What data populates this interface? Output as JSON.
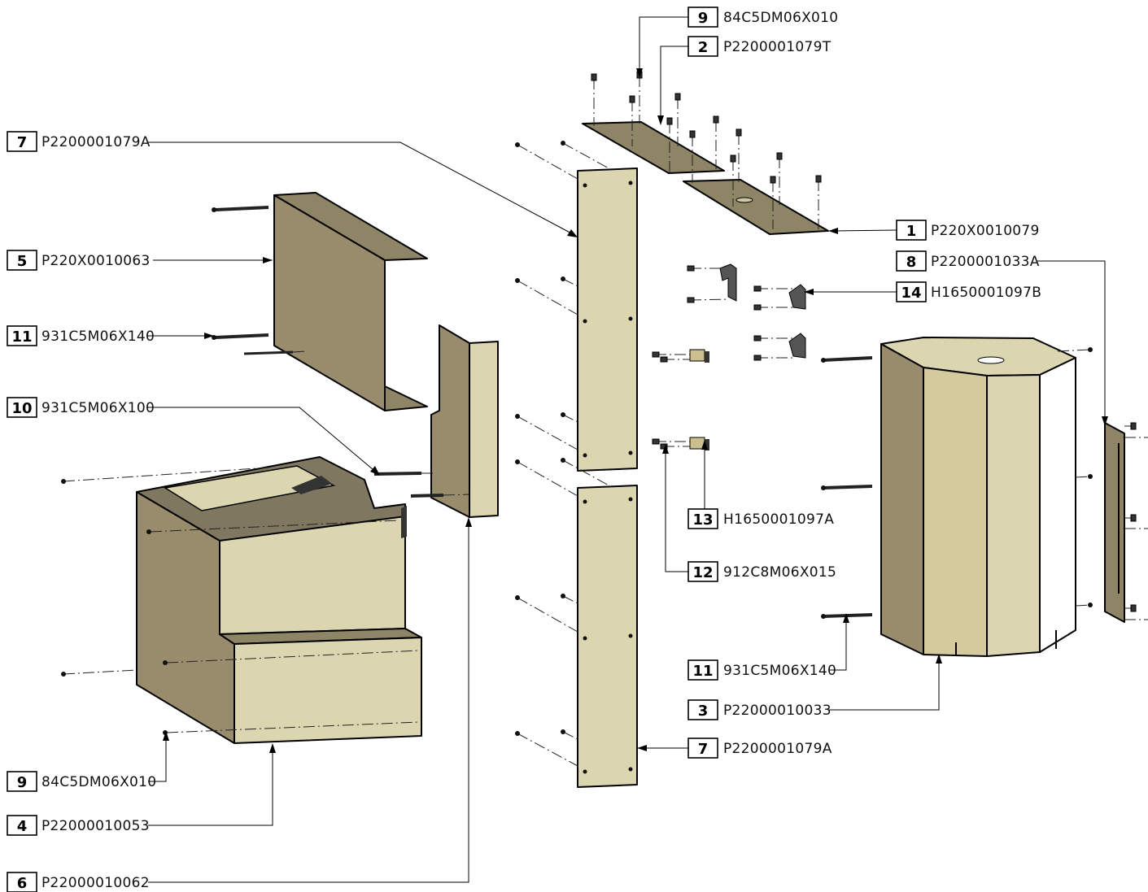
{
  "colors": {
    "light_panel": "#dcd6b0",
    "mid_panel": "#d5c99e",
    "dark_panel": "#998c6d",
    "darker_panel": "#7f7760",
    "top_plate": "#8d8566",
    "outline": "#000000"
  },
  "callouts": [
    {
      "id": "c-9-top",
      "num": "9",
      "part": "84C5DM06X010"
    },
    {
      "id": "c-2",
      "num": "2",
      "part": "P2200001079T"
    },
    {
      "id": "c-7-top",
      "num": "7",
      "part": "P2200001079A"
    },
    {
      "id": "c-1",
      "num": "1",
      "part": "P220X0010079"
    },
    {
      "id": "c-8",
      "num": "8",
      "part": "P2200001033A"
    },
    {
      "id": "c-5",
      "num": "5",
      "part": "P220X0010063"
    },
    {
      "id": "c-14",
      "num": "14",
      "part": "H1650001097B"
    },
    {
      "id": "c-11-left",
      "num": "11",
      "part": "931C5M06X140"
    },
    {
      "id": "c-10",
      "num": "10",
      "part": "931C5M06X100"
    },
    {
      "id": "c-13",
      "num": "13",
      "part": "H1650001097A"
    },
    {
      "id": "c-12",
      "num": "12",
      "part": "912C8M06X015"
    },
    {
      "id": "c-11-right",
      "num": "11",
      "part": "931C5M06X140"
    },
    {
      "id": "c-3",
      "num": "3",
      "part": "P22000010033"
    },
    {
      "id": "c-7-bottom",
      "num": "7",
      "part": "P2200001079A"
    },
    {
      "id": "c-9-bottom",
      "num": "9",
      "part": "84C5DM06X010"
    },
    {
      "id": "c-4",
      "num": "4",
      "part": "P22000010053"
    },
    {
      "id": "c-6",
      "num": "6",
      "part": "P22000010062"
    }
  ]
}
